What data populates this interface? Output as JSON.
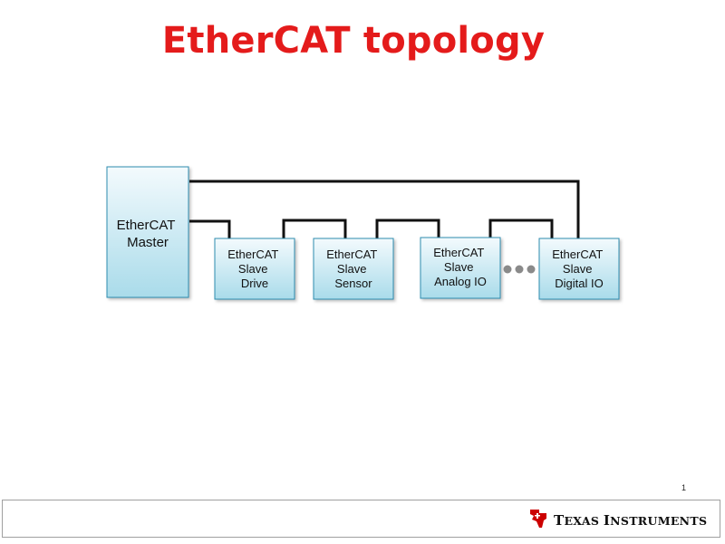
{
  "slide": {
    "title": "EtherCAT topology",
    "page_number": "1"
  },
  "diagram": {
    "master": {
      "lines": [
        "EtherCAT",
        "Master"
      ]
    },
    "slaves": [
      {
        "lines": [
          "EtherCAT",
          "Slave",
          "Drive"
        ]
      },
      {
        "lines": [
          "EtherCAT",
          "Slave",
          "Sensor"
        ]
      },
      {
        "lines": [
          "EtherCAT",
          "Slave",
          "Analog IO"
        ]
      },
      {
        "lines": [
          "EtherCAT",
          "Slave",
          "Digital IO"
        ]
      }
    ],
    "ellipsis_icon": "three-dots-icon"
  },
  "footer": {
    "logo_icon": "texas-instruments-logo-icon",
    "brand_name": "Texas Instruments"
  },
  "colors": {
    "title": "#e41b1b",
    "box_fill_top": "#f3fafd",
    "box_fill_bottom": "#a9dbea",
    "box_border": "#2f8db0",
    "wire": "#111111",
    "dots": "#8a8a8a",
    "ti_red": "#cc0000"
  }
}
